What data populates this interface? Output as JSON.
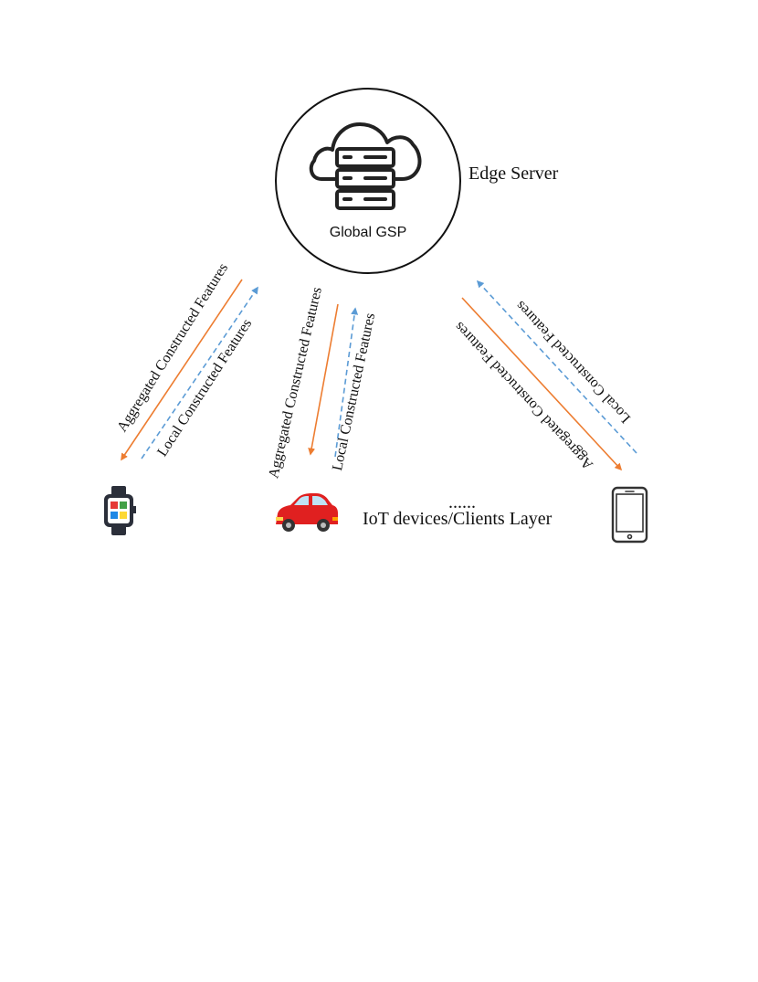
{
  "server": {
    "title": "Edge Server",
    "node_label": "Global GSP",
    "icon": "cloud-server-icon"
  },
  "clients": {
    "layer_label": "IoT devices/Clients Layer",
    "ellipsis": "......",
    "devices": [
      {
        "name": "smartwatch",
        "icon": "smartwatch-icon"
      },
      {
        "name": "car",
        "icon": "car-icon"
      },
      {
        "name": "smartphone",
        "icon": "smartphone-icon"
      }
    ]
  },
  "links": {
    "aggregated_label": "Aggregated Constructed Features",
    "local_label": "Local Constructed Features"
  },
  "colors": {
    "aggregated_arrow": "#ED7D31",
    "local_arrow": "#5B9BD5",
    "ink": "#222222",
    "car_body": "#E02020"
  }
}
